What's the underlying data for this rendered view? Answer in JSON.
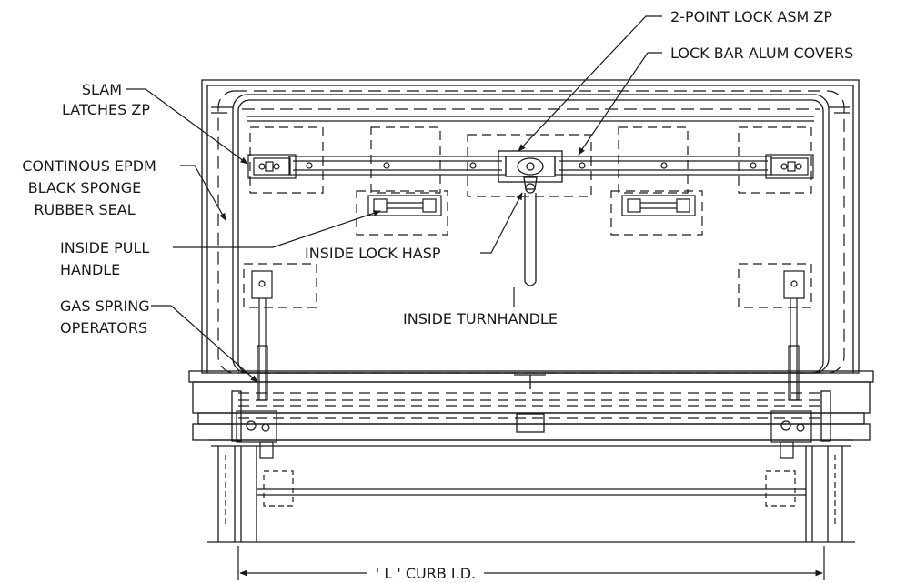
{
  "callouts": {
    "two_point_lock": "2-POINT LOCK ASM ZP",
    "lock_bar_covers": "LOCK BAR ALUM COVERS",
    "slam_latches": [
      "SLAM",
      "LATCHES ZP"
    ],
    "epdm_seal": [
      "CONTINOUS EPDM",
      "BLACK SPONGE",
      "RUBBER SEAL"
    ],
    "inside_pull_handle": [
      "INSIDE PULL",
      "HANDLE"
    ],
    "inside_lock_hasp": "INSIDE LOCK HASP",
    "gas_spring": [
      "GAS SPRING",
      "OPERATORS"
    ],
    "inside_turnhandle": "INSIDE TURNHANDLE"
  },
  "dimension": {
    "curb_label": "' L ' CURB I.D."
  },
  "colors": {
    "ink": "#1a1a1a",
    "background": "#ffffff"
  }
}
